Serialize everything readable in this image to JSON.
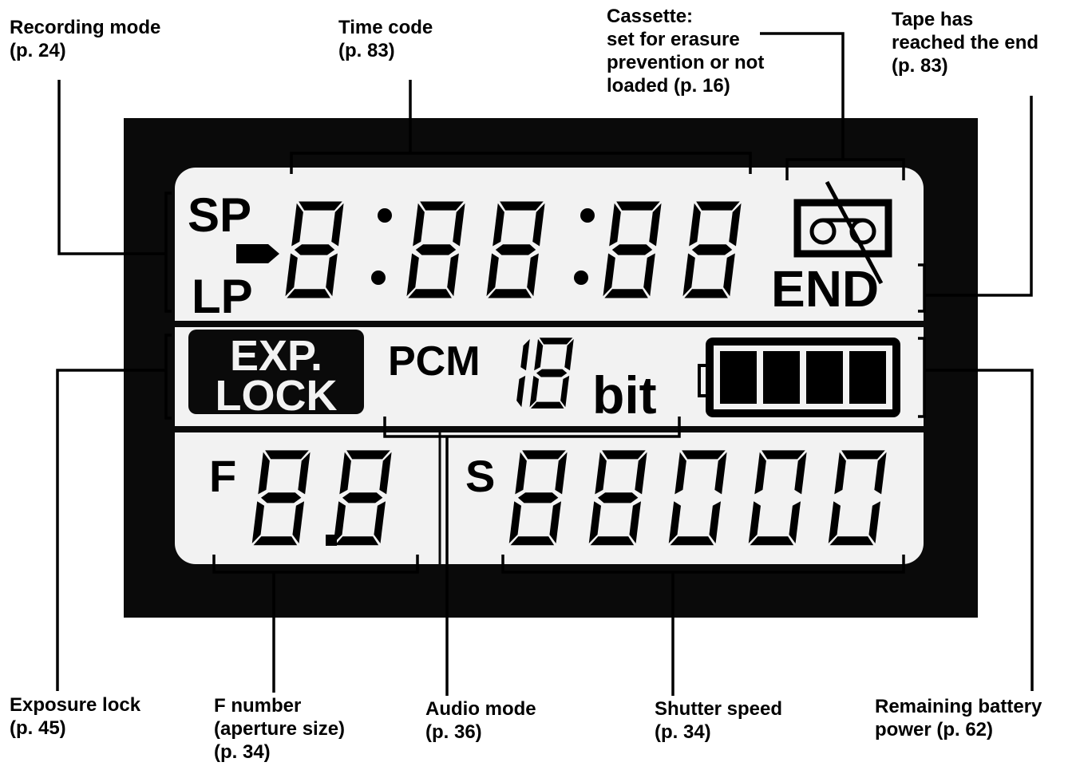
{
  "callouts": {
    "recording_mode": "Recording mode\n(p. 24)",
    "time_code": "Time code\n(p. 83)",
    "cassette": "Cassette:\nset for erasure\nprevention or not\nloaded (p. 16)",
    "tape_end": "Tape has\nreached the end\n(p. 83)",
    "exposure_lock": "Exposure lock\n(p. 45)",
    "f_number": "F number\n(aperture size)\n(p. 34)",
    "audio_mode": "Audio mode\n(p. 36)",
    "shutter_speed": "Shutter speed\n(p. 34)",
    "battery": "Remaining battery\npower (p. 62)"
  },
  "lcd": {
    "sp": "SP",
    "lp": "LP",
    "time_digits": [
      "8",
      "8",
      "8",
      "8",
      "8"
    ],
    "end": "END",
    "exp": "EXP.",
    "lock": "LOCK",
    "pcm": "PCM",
    "bit_digits": [
      "1",
      "8"
    ],
    "bit": "bit",
    "f_label": "F",
    "f_digits": [
      "8",
      "8"
    ],
    "s_label": "S",
    "s_digits": [
      "8",
      "8",
      "0",
      "0",
      "0"
    ],
    "battery_level": 4,
    "battery_segments": 4
  },
  "colors": {
    "panel": "#0a0a0a",
    "screen": "#f2f2f2",
    "ink": "#000000"
  }
}
